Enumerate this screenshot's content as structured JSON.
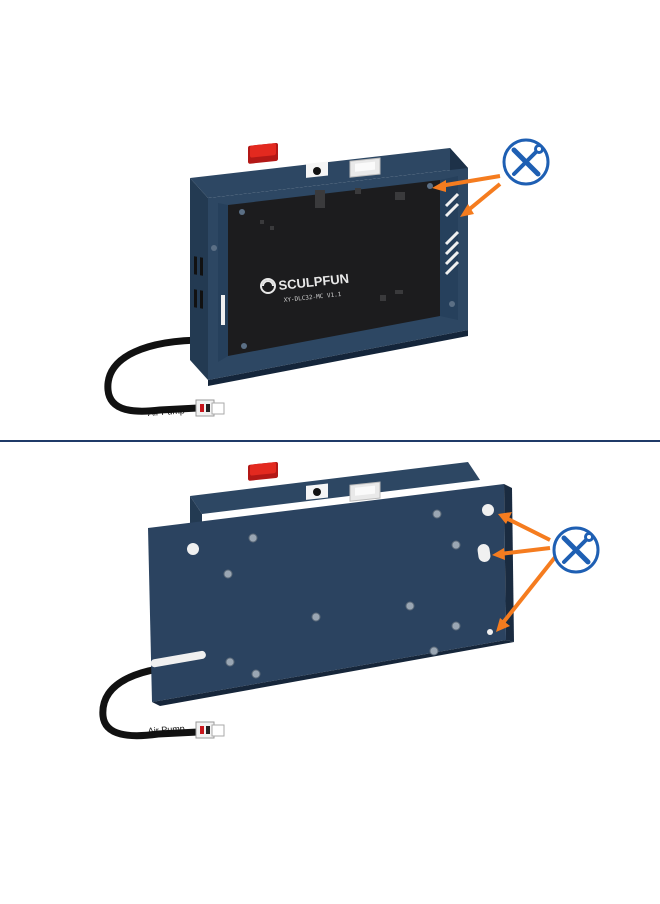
{
  "product": {
    "brand": "SCULPFUN",
    "model": "XY-DLC32-MC V1.1",
    "cable_label": "Air Pump"
  },
  "views": [
    {
      "name": "open-box-view",
      "callout_icon": "screwdriver-wrench-icon",
      "arrow_count": 2
    },
    {
      "name": "back-plate-view",
      "callout_icon": "screwdriver-wrench-icon",
      "arrow_count": 3
    }
  ],
  "colors": {
    "case": "#2d4763",
    "case_dark": "#1d3148",
    "board": "#1c1c1e",
    "switch": "#d0201c",
    "arrow": "#f57c1f",
    "callout_ring": "#1e5fb3",
    "divider": "#1f3a68"
  }
}
